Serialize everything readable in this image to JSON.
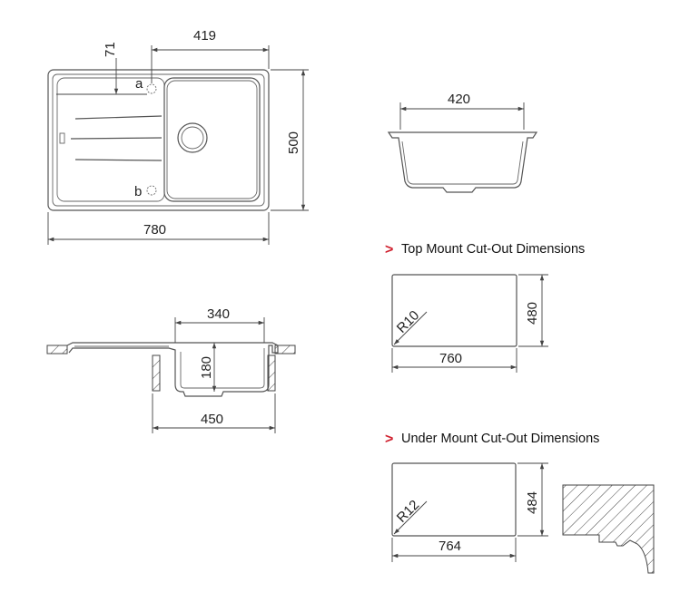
{
  "colors": {
    "accent": "#d0202e",
    "line": "#555555",
    "text": "#222222"
  },
  "top_view": {
    "dim_bowl_width": "419",
    "dim_tap_offset": "71",
    "dim_length": "780",
    "dim_depth": "500",
    "tap_a": "a",
    "tap_b": "b"
  },
  "front_view": {
    "dim_bowl_width": "420"
  },
  "section_view": {
    "dim_bowl_width": "340",
    "dim_bowl_depth": "180",
    "dim_cabinet": "450"
  },
  "top_mount": {
    "chevron": ">",
    "heading": "Top Mount Cut-Out Dimensions",
    "dim_height": "480",
    "dim_width": "760",
    "radius": "R10"
  },
  "under_mount": {
    "chevron": ">",
    "heading": "Under Mount Cut-Out Dimensions",
    "dim_height": "484",
    "dim_width": "764",
    "radius": "R12"
  }
}
